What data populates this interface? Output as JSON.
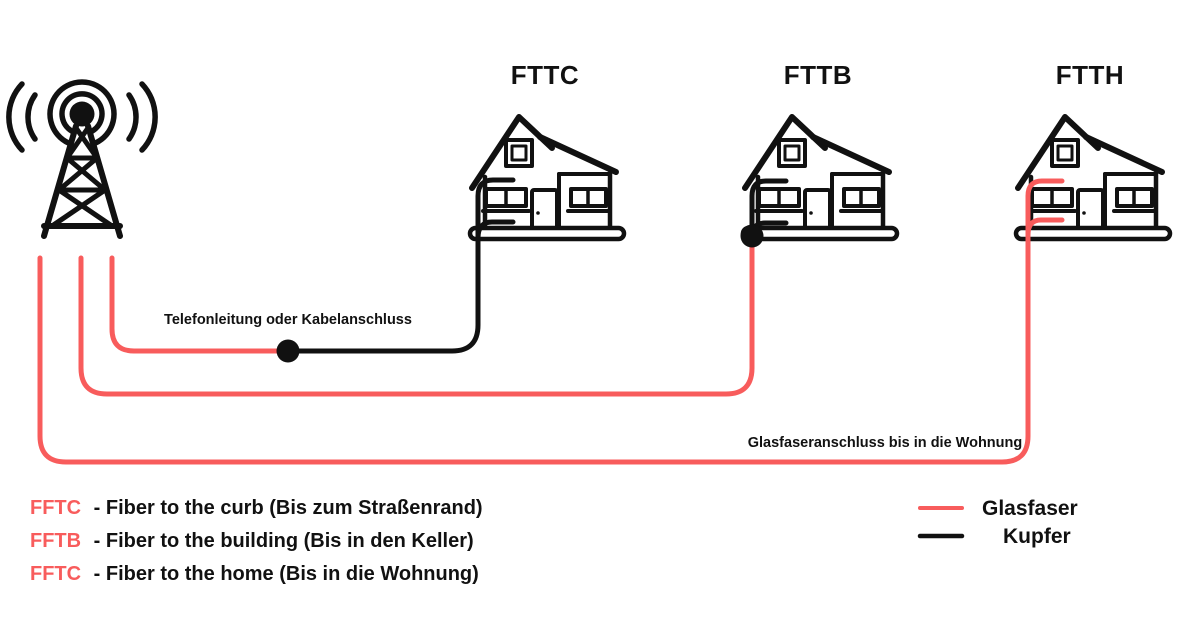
{
  "colors": {
    "fiber": "#F85C5C",
    "copper": "#111111",
    "background": "#FFFFFF"
  },
  "icons": {
    "tower": "radio-tower-icon",
    "house": "house-icon",
    "junction": "junction-dot"
  },
  "houses": [
    {
      "label": "FTTC",
      "incoming_wire": "copper"
    },
    {
      "label": "FTTB",
      "incoming_wire": "copper"
    },
    {
      "label": "FTTH",
      "incoming_wire": "fiber"
    }
  ],
  "cable_labels": {
    "copper_segment": "Telefonleitung oder Kabelanschluss",
    "fiber_segment": "Glasfaseranschluss bis in die Wohnung"
  },
  "definitions": [
    {
      "abbr": "FFTC",
      "description": "- Fiber to the curb  (Bis zum Straßenrand)"
    },
    {
      "abbr": "FFTB",
      "description": "- Fiber to the building (Bis in den Keller)"
    },
    {
      "abbr": "FFTC",
      "description": "- Fiber to the home (Bis in die Wohnung)"
    }
  ],
  "legend": {
    "items": [
      {
        "label": "Glasfaser",
        "color": "#F85C5C"
      },
      {
        "label": "Kupfer",
        "color": "#111111"
      }
    ]
  }
}
